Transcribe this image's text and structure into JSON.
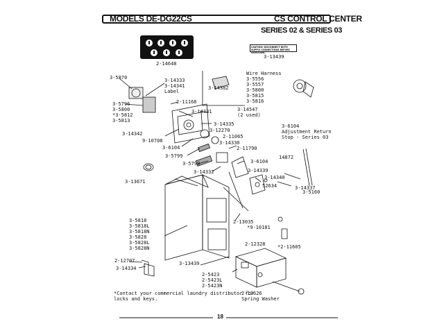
{
  "header": {
    "model": "MODELS DE-DG22CS",
    "section": "CS CONTROL CENTER",
    "series": "SERIES 02 & SERIES 03"
  },
  "caution_label": "CAUTION: DISCONNECT BOTH SUPPLY CONNECTIONS BEFORE SERVICING.",
  "footer": {
    "page_number": "18"
  },
  "callouts": {
    "keypad": "2-14648",
    "caution_part": "3-13439",
    "l_5870": "3-5870",
    "l_14333": "3-14333\n3-14341\nLabel",
    "l_14382": "3-14382",
    "l_wire": "Wire Harness\n3-5556\n3-5557\n3-5800\n3-5815\n3-5816",
    "l_5796": "3-5796\n3-5800\n*3-5812\n3-5813",
    "l_11168": "2-11168",
    "l_14331": "3-14331",
    "l_14547": "3-14547\n(2 used)",
    "l_14335": "3-14335",
    "l_12270": "3-12270",
    "l_11065": "2-11065",
    "l_14330": "3-14330",
    "l_14342": "3-14342",
    "l_10708": "9-10708",
    "l_6104a": "3-6104",
    "l_11790": "2-11790",
    "l_5799": "3-5799",
    "l_5798": "3-5798",
    "l_6104b": "3-6104",
    "l_14332": "3-14332",
    "l_14339": "3-14339",
    "l_6104c": "3-6104\nAdjustment Return\nStop - Series 03",
    "l_14872": "14872",
    "l_13671": "3-13671",
    "l_14340": "3-14340",
    "l_5160": "3-5160",
    "l_52634": "52634",
    "l_14337": "3-14337",
    "l_5818": "3-5818\n3-5818L\n3-5818N\n3-5828\n3-5828L\n3-5828N",
    "l_13035": "2-13035",
    "l_10181": "*9-10181",
    "l_12328": "2-12328",
    "l_11605": "*2-11605",
    "l_12707": "2-12707",
    "l_14334": "3-14334",
    "l_13439b": "3-13439",
    "l_5423": "2-5423\n2-5423L\n2-5423N",
    "l_13626": "2-13626\nSpring Washer",
    "note": "*Contact your commercial laundry distributor for\nlocks and keys."
  }
}
